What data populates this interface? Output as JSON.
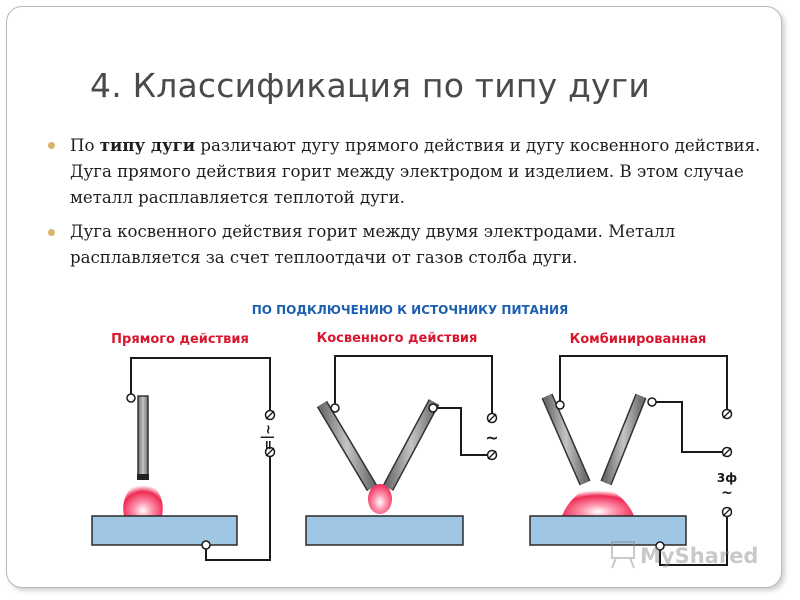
{
  "slide": {
    "title": "4. Классификация по типу дуги",
    "bullets": [
      {
        "pre": "По ",
        "bold": "типу дуги",
        "post": " различают дугу прямого действия и дугу косвенного действия. Дуга прямого действия горит между электродом и изделием. В этом случае металл расплавляется теплотой дуги."
      },
      {
        "pre": "Дуга косвенного действия горит между двумя электродами. Металл расплавляется за счет теплоотдачи от газов столба дуги.",
        "bold": "",
        "post": ""
      }
    ]
  },
  "diagram": {
    "header": "ПО ПОДКЛЮЧЕНИЮ К ИСТОЧНИКУ ПИТАНИЯ",
    "panels": [
      {
        "label": "Прямого действия",
        "symbol": "~|="
      },
      {
        "label": "Косвенного действия",
        "symbol": "~"
      },
      {
        "label": "Комбинированная",
        "symbol": "3ф",
        "symbol2": "~"
      }
    ],
    "colors": {
      "header": "#1d5fb0",
      "label": "#d8172f",
      "plate": "#9fc6e3",
      "arc": "#ef2b55",
      "electrode": "#8b8b8b",
      "wire": "#1a1a1a"
    }
  },
  "watermark": {
    "text": "MyShared"
  }
}
